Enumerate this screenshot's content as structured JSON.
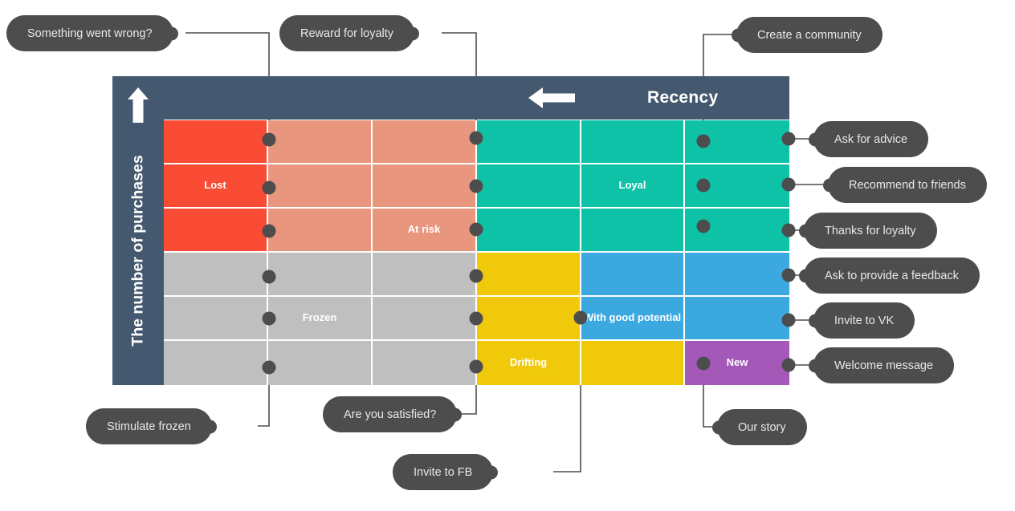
{
  "axes": {
    "y_label": "The number of purchases",
    "y_arrow_icon": "arrow-up-icon",
    "x_label": "Recency",
    "x_arrow_icon": "arrow-left-icon"
  },
  "colors": {
    "header": "#44596F",
    "lost": "#FA4B35",
    "at_risk": "#E9967F",
    "loyal": "#0EC2A8",
    "frozen": "#BFBFBF",
    "drifting": "#F0CA0A",
    "with_good_potential": "#3BA9E0",
    "new": "#A458B8",
    "callout": "#4D4D4D",
    "wire": "#4D4D4D"
  },
  "segments": [
    {
      "key": "lost",
      "label": "Lost"
    },
    {
      "key": "at_risk",
      "label": "At risk"
    },
    {
      "key": "loyal",
      "label": "Loyal"
    },
    {
      "key": "frozen",
      "label": "Frozen"
    },
    {
      "key": "drifting",
      "label": "Drifting"
    },
    {
      "key": "with_good_potential",
      "label": "With good potential"
    },
    {
      "key": "new",
      "label": "New"
    }
  ],
  "grid": {
    "columns": 6,
    "rows": 6,
    "cells": [
      [
        {
          "fill": "lost",
          "label": ""
        },
        {
          "fill": "at_risk",
          "label": ""
        },
        {
          "fill": "at_risk",
          "label": ""
        },
        {
          "fill": "loyal",
          "label": ""
        },
        {
          "fill": "loyal",
          "label": ""
        },
        {
          "fill": "loyal",
          "label": ""
        }
      ],
      [
        {
          "fill": "lost",
          "label": "Lost"
        },
        {
          "fill": "at_risk",
          "label": ""
        },
        {
          "fill": "at_risk",
          "label": ""
        },
        {
          "fill": "loyal",
          "label": ""
        },
        {
          "fill": "loyal",
          "label": "Loyal"
        },
        {
          "fill": "loyal",
          "label": ""
        }
      ],
      [
        {
          "fill": "lost",
          "label": ""
        },
        {
          "fill": "at_risk",
          "label": ""
        },
        {
          "fill": "at_risk",
          "label": "At risk"
        },
        {
          "fill": "loyal",
          "label": ""
        },
        {
          "fill": "loyal",
          "label": ""
        },
        {
          "fill": "loyal",
          "label": ""
        }
      ],
      [
        {
          "fill": "frozen",
          "label": ""
        },
        {
          "fill": "frozen",
          "label": ""
        },
        {
          "fill": "frozen",
          "label": ""
        },
        {
          "fill": "drifting",
          "label": ""
        },
        {
          "fill": "with_good_potential",
          "label": ""
        },
        {
          "fill": "with_good_potential",
          "label": ""
        }
      ],
      [
        {
          "fill": "frozen",
          "label": ""
        },
        {
          "fill": "frozen",
          "label": "Frozen"
        },
        {
          "fill": "frozen",
          "label": ""
        },
        {
          "fill": "drifting",
          "label": ""
        },
        {
          "fill": "with_good_potential",
          "label": "With good potential"
        },
        {
          "fill": "with_good_potential",
          "label": ""
        }
      ],
      [
        {
          "fill": "frozen",
          "label": ""
        },
        {
          "fill": "frozen",
          "label": ""
        },
        {
          "fill": "frozen",
          "label": ""
        },
        {
          "fill": "drifting",
          "label": "Drifting"
        },
        {
          "fill": "drifting",
          "label": ""
        },
        {
          "fill": "new",
          "label": "New"
        }
      ]
    ]
  },
  "callouts": {
    "top": [
      {
        "id": "something-went-wrong",
        "label": "Something went wrong?"
      },
      {
        "id": "reward-for-loyalty",
        "label": "Reward for loyalty"
      },
      {
        "id": "create-a-community",
        "label": "Create a community"
      }
    ],
    "right": [
      {
        "id": "ask-for-advice",
        "label": "Ask for advice"
      },
      {
        "id": "recommend-to-friends",
        "label": "Recommend to friends"
      },
      {
        "id": "thanks-for-loyalty",
        "label": "Thanks for loyalty"
      },
      {
        "id": "ask-to-provide-feedback",
        "label": "Ask to provide a feedback"
      },
      {
        "id": "invite-to-vk",
        "label": "Invite to VK"
      },
      {
        "id": "welcome-message",
        "label": "Welcome message"
      }
    ],
    "bottom": [
      {
        "id": "stimulate-frozen",
        "label": "Stimulate frozen"
      },
      {
        "id": "are-you-satisfied",
        "label": "Are you satisfied?"
      },
      {
        "id": "invite-to-fb",
        "label": "Invite to FB"
      },
      {
        "id": "our-story",
        "label": "Our story"
      }
    ]
  }
}
